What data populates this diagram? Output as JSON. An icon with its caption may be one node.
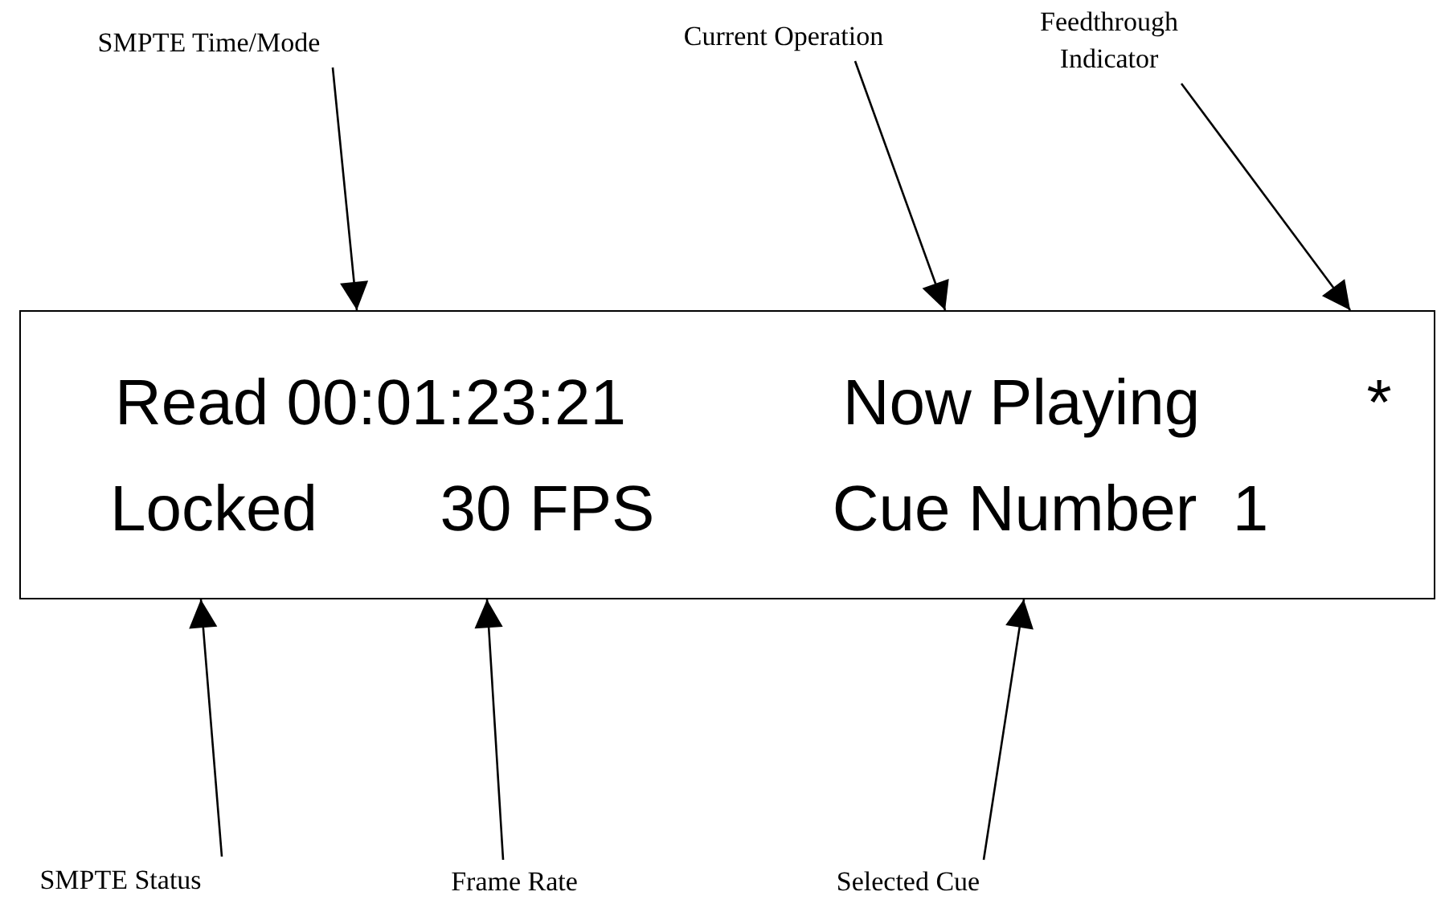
{
  "diagram": {
    "nodes": [
      {
        "text": [],
        "shape": "box"
      },
      {
        "text": [
          "Read 00:01:23:21"
        ],
        "in": 0
      },
      {
        "text": [
          "Now Playing"
        ],
        "in": 0
      },
      {
        "text": [
          "*"
        ],
        "in": 0
      },
      {
        "text": [
          "Locked"
        ],
        "in": 0
      },
      {
        "text": [
          "30 FPS"
        ],
        "in": 0
      },
      {
        "text": [
          "Cue Number  1"
        ],
        "in": 0
      },
      {
        "text": [
          "SMPTE Time/Mode"
        ]
      },
      {
        "text": [
          "Current Operation"
        ]
      },
      {
        "text": [
          "Feedthrough Indicator"
        ]
      },
      {
        "text": [
          "SMPTE Status"
        ]
      },
      {
        "text": [
          "Frame Rate"
        ]
      },
      {
        "text": [
          "Selected Cue"
        ]
      }
    ],
    "edges": [
      {
        "from": 7,
        "to": 1,
        "arrow": "to"
      },
      {
        "from": 8,
        "to": 2,
        "arrow": "to"
      },
      {
        "from": 9,
        "to": 3,
        "arrow": "to"
      },
      {
        "from": 10,
        "to": 4,
        "arrow": "to"
      },
      {
        "from": 11,
        "to": 5,
        "arrow": "to"
      },
      {
        "from": 12,
        "to": 6,
        "arrow": "to"
      }
    ]
  }
}
